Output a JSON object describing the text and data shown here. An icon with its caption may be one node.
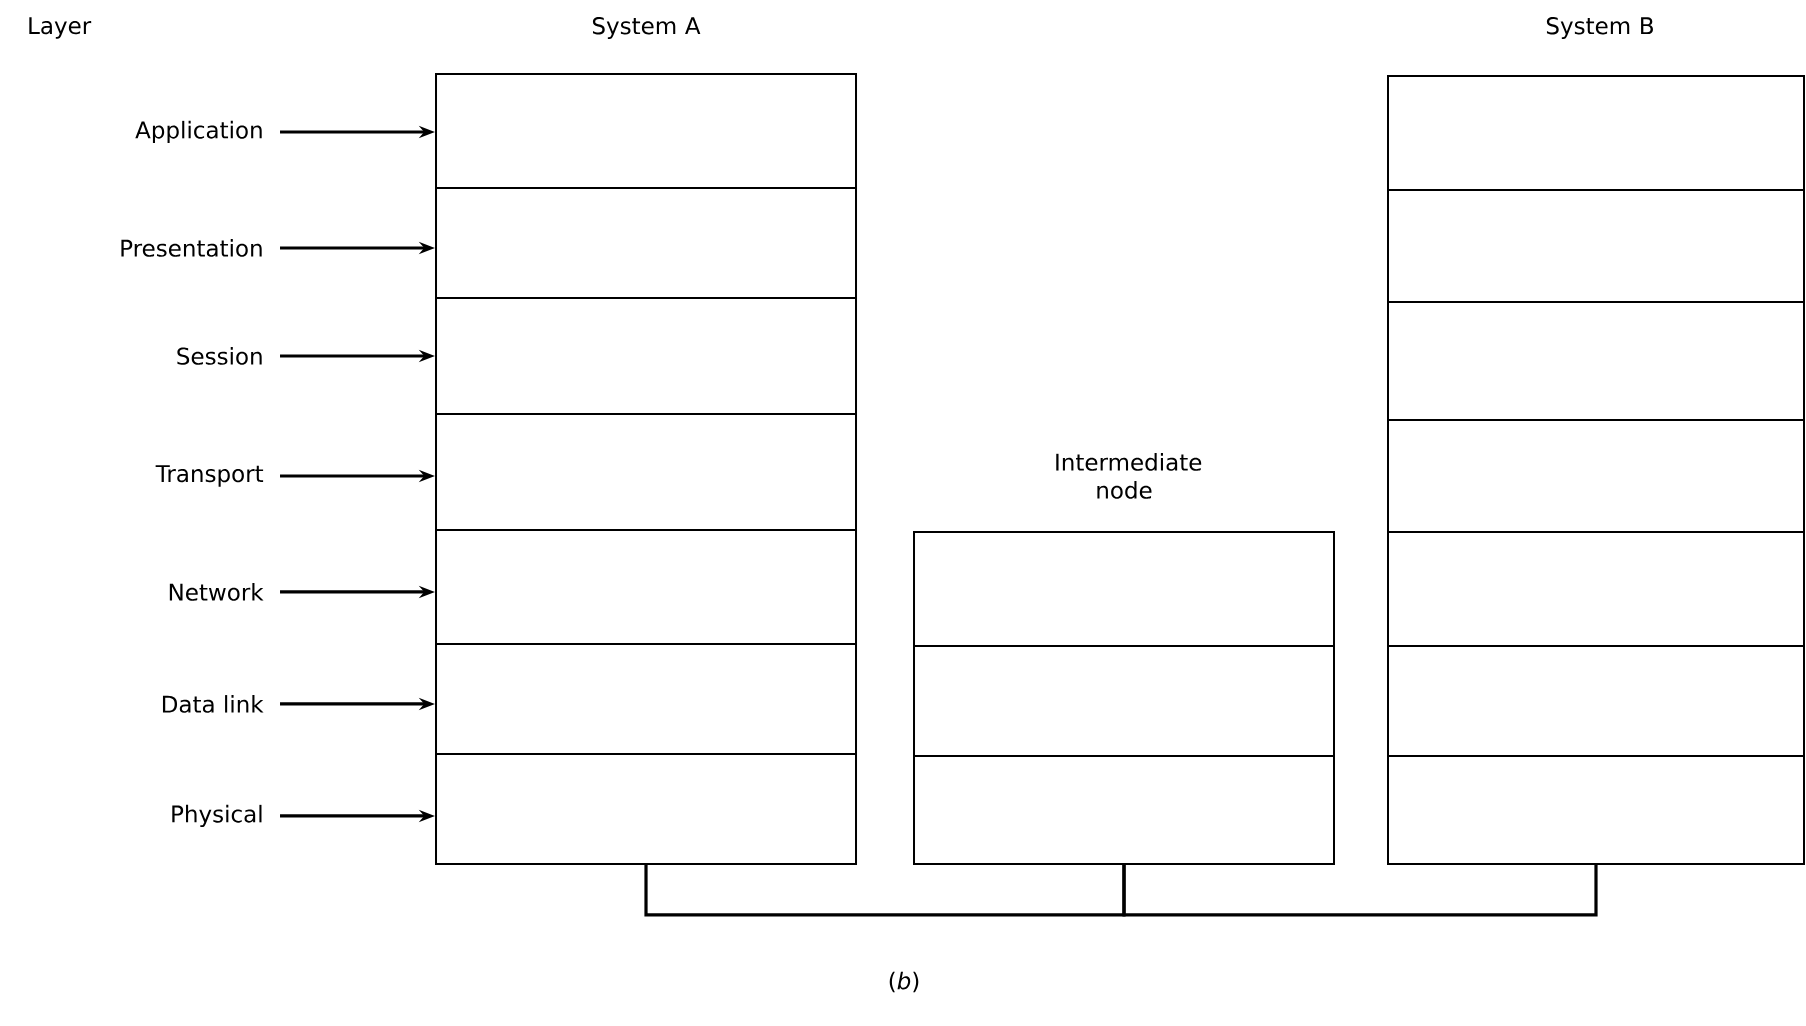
{
  "diagram": {
    "caption": "(*b*)",
    "nodes": [
      {
        "text": [
          "System A"
        ]
      },
      {
        "text": [],
        "shape": "box",
        "in": 0
      },
      {
        "text": [],
        "shape": "box",
        "in": 0
      },
      {
        "text": [],
        "shape": "box",
        "in": 0
      },
      {
        "text": [],
        "shape": "box",
        "in": 0
      },
      {
        "text": [],
        "shape": "box",
        "in": 0
      },
      {
        "text": [],
        "shape": "box",
        "in": 0
      },
      {
        "text": [],
        "shape": "box",
        "in": 0
      },
      {
        "text": [
          "Intermediate node"
        ]
      },
      {
        "text": [],
        "shape": "box",
        "in": 8
      },
      {
        "text": [],
        "shape": "box",
        "in": 8
      },
      {
        "text": [],
        "shape": "box",
        "in": 8
      },
      {
        "text": [
          "System B"
        ]
      },
      {
        "text": [],
        "shape": "box",
        "in": 12
      },
      {
        "text": [],
        "shape": "box",
        "in": 12
      },
      {
        "text": [],
        "shape": "box",
        "in": 12
      },
      {
        "text": [],
        "shape": "box",
        "in": 12
      },
      {
        "text": [],
        "shape": "box",
        "in": 12
      },
      {
        "text": [],
        "shape": "box",
        "in": 12
      },
      {
        "text": [],
        "shape": "box",
        "in": 12
      },
      {
        "text": [
          "Application"
        ]
      },
      {
        "text": [
          "Presentation"
        ]
      },
      {
        "text": [
          "Session"
        ]
      },
      {
        "text": [
          "Transport"
        ]
      },
      {
        "text": [
          "Network"
        ]
      },
      {
        "text": [
          "Data link"
        ]
      },
      {
        "text": [
          "Physical"
        ]
      }
    ],
    "edges": [
      {
        "from": 20,
        "to": 1,
        "arrow": "to"
      },
      {
        "from": 21,
        "to": 2,
        "arrow": "to"
      },
      {
        "from": 22,
        "to": 3,
        "arrow": "to"
      },
      {
        "from": 23,
        "to": 4,
        "arrow": "to"
      },
      {
        "from": 24,
        "to": 5,
        "arrow": "to"
      },
      {
        "from": 25,
        "to": 6,
        "arrow": "to"
      },
      {
        "from": 26,
        "to": 7,
        "arrow": "to"
      },
      {
        "from": 0,
        "to": 8,
        "arrow": "none"
      },
      {
        "from": 8,
        "to": 12,
        "arrow": "none"
      }
    ],
    "labels": [
      "Layer"
    ]
  }
}
